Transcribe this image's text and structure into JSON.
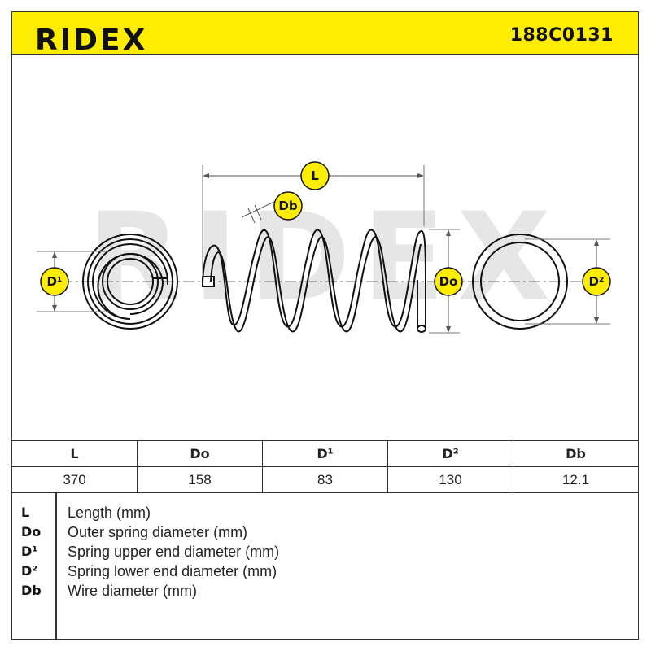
{
  "header": {
    "brand": "RIDEX",
    "part_number": "188C0131",
    "background_color": "#ffed00"
  },
  "diagram": {
    "watermark": "RIDEX",
    "labels": {
      "length": "L",
      "wire": "Db",
      "outer": "Do",
      "upper": "D¹",
      "lower": "D²"
    },
    "badge_color": "#ffed00"
  },
  "specs": {
    "headers": [
      "L",
      "Do",
      "D¹",
      "D²",
      "Db"
    ],
    "values": [
      "370",
      "158",
      "83",
      "130",
      "12.1"
    ]
  },
  "legend": [
    {
      "key": "L",
      "desc": "Length (mm)"
    },
    {
      "key": "Do",
      "desc": "Outer spring diameter (mm)"
    },
    {
      "key": "D¹",
      "desc": "Spring upper end diameter (mm)"
    },
    {
      "key": "D²",
      "desc": "Spring lower end diameter (mm)"
    },
    {
      "key": "Db",
      "desc": "Wire diameter (mm)"
    }
  ]
}
